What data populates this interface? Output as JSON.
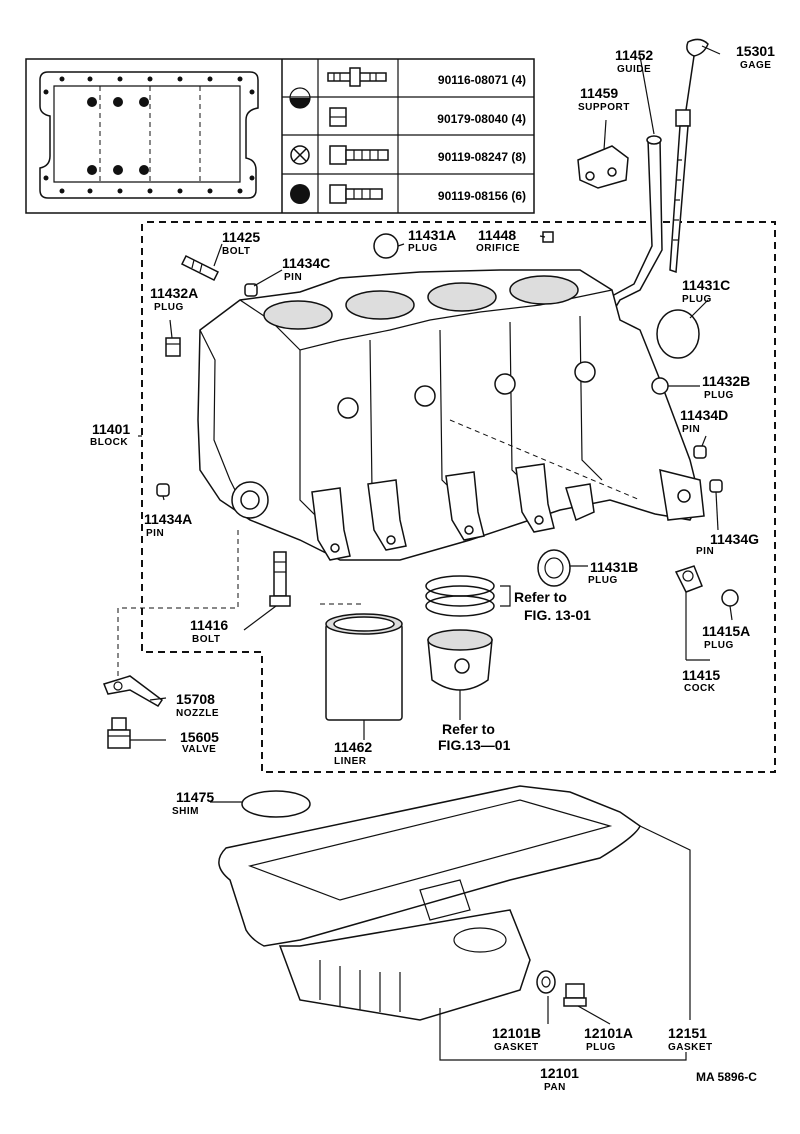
{
  "table": {
    "rows": [
      {
        "part": "90116-08071 (4)",
        "symbol": "half-filled-circle-icon"
      },
      {
        "part": "90179-08040 (4)",
        "symbol": "none"
      },
      {
        "part": "90119-08247 (8)",
        "symbol": "crossed-circle-icon"
      },
      {
        "part": "90119-08156 (6)",
        "symbol": "filled-circle-icon"
      }
    ]
  },
  "labels": {
    "l11452": {
      "num": "11452",
      "sub": "GUIDE"
    },
    "l15301": {
      "num": "15301",
      "sub": "GAGE"
    },
    "l11459": {
      "num": "11459",
      "sub": "SUPPORT"
    },
    "l11425": {
      "num": "11425",
      "sub": "BOLT"
    },
    "l11431A": {
      "num": "11431A",
      "sub": "PLUG"
    },
    "l11448": {
      "num": "11448",
      "sub": "ORIFICE"
    },
    "l11434C": {
      "num": "11434C",
      "sub": "PIN"
    },
    "l11432A": {
      "num": "11432A",
      "sub": "PLUG"
    },
    "l11431C": {
      "num": "11431C",
      "sub": "PLUG"
    },
    "l11432B": {
      "num": "11432B",
      "sub": "PLUG"
    },
    "l11434D": {
      "num": "11434D",
      "sub": "PIN"
    },
    "l11401": {
      "num": "11401",
      "sub": "BLOCK"
    },
    "l11434A": {
      "num": "11434A",
      "sub": "PIN"
    },
    "l11434G": {
      "num": "11434G",
      "sub": "PIN"
    },
    "l11431B": {
      "num": "11431B",
      "sub": "PLUG"
    },
    "l11415A": {
      "num": "11415A",
      "sub": "PLUG"
    },
    "l11415": {
      "num": "11415",
      "sub": "COCK"
    },
    "l11416": {
      "num": "11416",
      "sub": "BOLT"
    },
    "l15708": {
      "num": "15708",
      "sub": "NOZZLE"
    },
    "l15605": {
      "num": "15605",
      "sub": "VALVE"
    },
    "l11462": {
      "num": "11462",
      "sub": "LINER"
    },
    "l11475": {
      "num": "11475",
      "sub": "SHIM"
    },
    "l12101B": {
      "num": "12101B",
      "sub": "GASKET"
    },
    "l12101A": {
      "num": "12101A",
      "sub": "PLUG"
    },
    "l12151": {
      "num": "12151",
      "sub": "GASKET"
    },
    "l12101": {
      "num": "12101",
      "sub": "PAN"
    }
  },
  "refs": {
    "rings_1": "Refer to",
    "rings_2": "FIG. 13-01",
    "piston_1": "Refer to",
    "piston_2": "FIG.13—01"
  },
  "code": "MA  5896-C"
}
